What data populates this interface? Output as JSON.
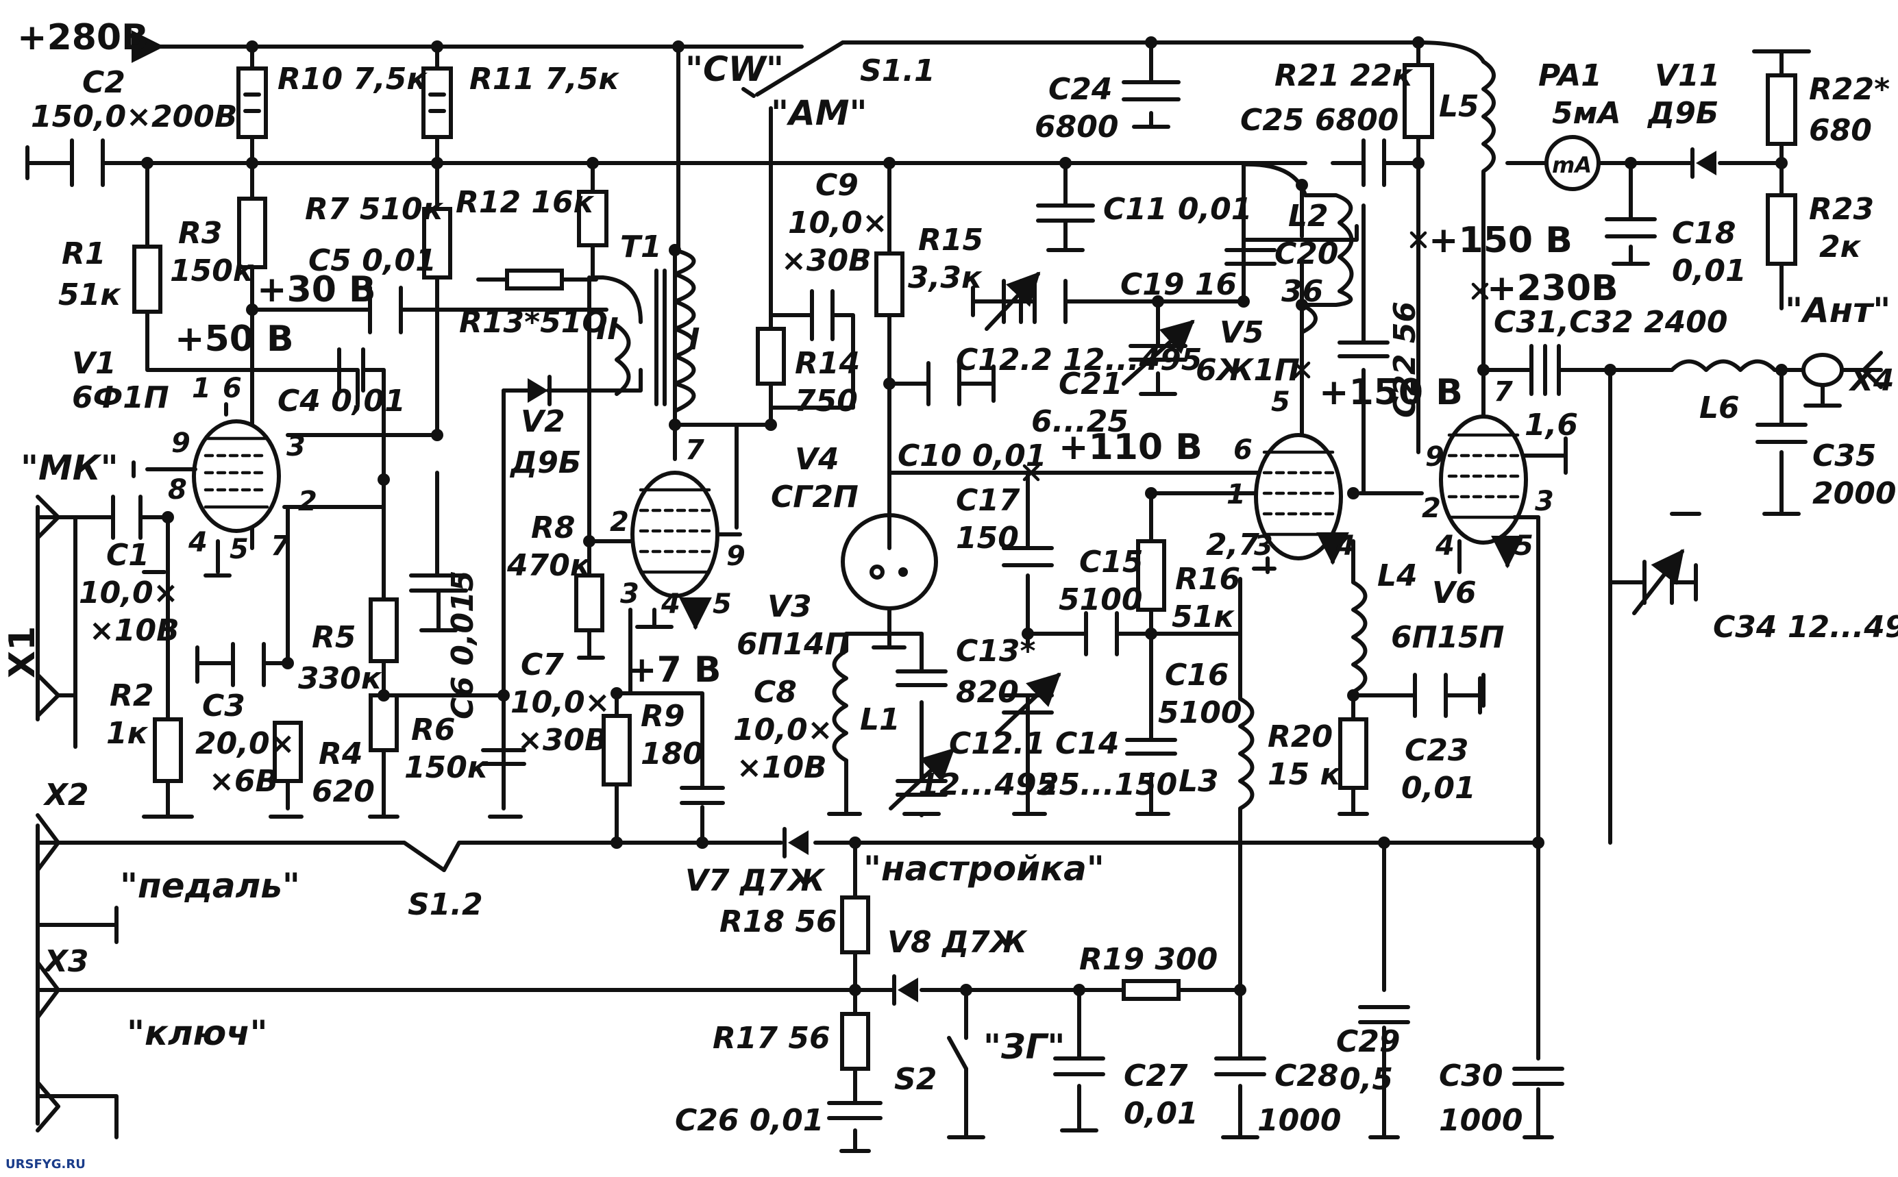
{
  "rails": {
    "v280": "+280В",
    "v30": "+30 В",
    "v50": "+50 В",
    "v150a": "+150 В",
    "v230": "+230В",
    "v150b": "+150 В",
    "v110": "+110 В",
    "v7": "+7 В"
  },
  "switches": {
    "cw": "\"CW\"",
    "am": "\"АМ\"",
    "s11": "S1.1",
    "s12": "S1.2",
    "s2": "S2"
  },
  "connectors": {
    "mk": "\"МК\"",
    "x1": "X1",
    "x2": "X2",
    "x3": "X3",
    "pedal": "\"педаль\"",
    "key": "\"ключ\"",
    "tuning": "\"настройка\"",
    "zg": "\"ЗГ\"",
    "ant": "\"Ант\"",
    "x4": "X4"
  },
  "components": {
    "c2": [
      "C2",
      "150,0×200В"
    ],
    "r10": "R10  7,5к",
    "r11": "R11  7,5к",
    "r1": [
      "R1",
      "51к"
    ],
    "r3": [
      "R3",
      "150к"
    ],
    "r7": "R7  510к",
    "c5": "C5  0,01",
    "r12": "R12  16к",
    "r13": "R13*51О",
    "t1": "T1",
    "t1w1": "I",
    "t1w2": "II",
    "v1": [
      "V1",
      "6Ф1П"
    ],
    "c4": "C4  0,01",
    "c6": "C6  0,015",
    "v2": [
      "V2",
      "Д9Б"
    ],
    "r8": [
      "R8",
      "470к"
    ],
    "c1": [
      "C1",
      "10,0×",
      "×10В"
    ],
    "r2": [
      "R2",
      "1к"
    ],
    "c3": [
      "C3",
      "20,0×",
      "×6В"
    ],
    "r5": [
      "R5",
      "330к"
    ],
    "r4": [
      "R4",
      "620"
    ],
    "r6": [
      "R6",
      "150к"
    ],
    "c7": [
      "C7",
      "10,0×",
      "×30В"
    ],
    "r9": [
      "R9",
      "180"
    ],
    "c8": [
      "C8",
      "10,0×",
      "×10В"
    ],
    "v3": [
      "V3",
      "6П14П"
    ],
    "c9": [
      "C9",
      "10,0×",
      "×30В"
    ],
    "r14": [
      "R14",
      "750"
    ],
    "v4": [
      "V4",
      "СГ2П"
    ],
    "r15": [
      "R15",
      "3,3к"
    ],
    "c10": "C10  0,01",
    "c24": [
      "C24",
      "6800"
    ],
    "c11": "C11  0,01",
    "c122": "C12.2  12...495",
    "c19": "C19  16",
    "c21": [
      "C21",
      "6...25"
    ],
    "l2": [
      "L2",
      "C20",
      "36"
    ],
    "v5": [
      "V5",
      "6Ж1П"
    ],
    "c17": [
      "C17",
      "150"
    ],
    "c15": [
      "C15",
      "5100"
    ],
    "r16": [
      "R16",
      "51к"
    ],
    "c13": [
      "C13*",
      "820"
    ],
    "c121": [
      "C12.1",
      "12...495"
    ],
    "c14": [
      "C14",
      "25...150"
    ],
    "c16": [
      "C16",
      "5100"
    ],
    "l3": "L3",
    "l1": "L1",
    "r20": [
      "R20",
      "15 к"
    ],
    "r21": "R21  22к",
    "c25": "C25  6800",
    "l5": "L5",
    "c22": "C22  56",
    "v6": [
      "V6",
      "6П15П"
    ],
    "l4": "L4",
    "c23": [
      "C23",
      "0,01"
    ],
    "pa1": [
      "PA1",
      "5мА"
    ],
    "ma": "mA",
    "v11": [
      "V11",
      "Д9Б"
    ],
    "c18": [
      "C18",
      "0,01"
    ],
    "r22": [
      "R22*",
      "680"
    ],
    "r23": [
      "R23",
      "2к"
    ],
    "c3132": "C31,C32  2400",
    "c31val": "1,6",
    "l6": "L6",
    "c35": [
      "C35",
      "2000"
    ],
    "c34": "C34  12...495",
    "v7": "V7  Д7Ж",
    "r18": "R18  56",
    "v8": "V8  Д7Ж",
    "r19": "R19  300",
    "r17": "R17  56",
    "c26": "C26  0,01",
    "c27": [
      "C27",
      "0,01"
    ],
    "c28": [
      "C28",
      "1000"
    ],
    "c29": [
      "C29",
      "0,5"
    ],
    "c30": [
      "C30",
      "1000"
    ],
    "v5pin27": "2,7"
  },
  "pins": {
    "v1": [
      "1",
      "6",
      "9",
      "3",
      "8",
      "4",
      "5",
      "7",
      "2"
    ],
    "v3": [
      "7",
      "2",
      "9",
      "3",
      "4",
      "5"
    ],
    "v5": [
      "5",
      "6",
      "1",
      "3",
      "4"
    ],
    "v6": [
      "7",
      "9",
      "2",
      "4",
      "5",
      "3"
    ]
  },
  "watermark": "URSFYG.RU"
}
